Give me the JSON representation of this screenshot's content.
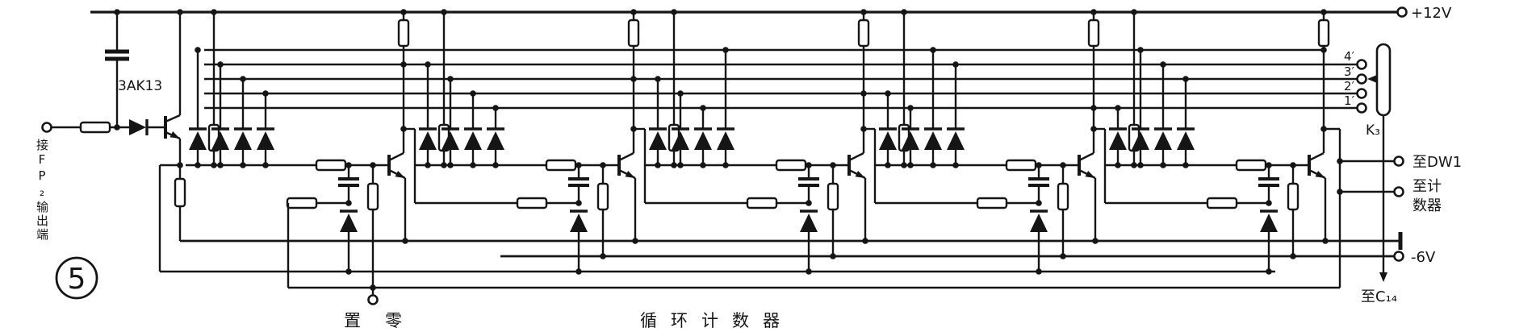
{
  "figure": {
    "number": "5",
    "caption": "循环计数器"
  },
  "power": {
    "positive": "+12V",
    "negative": "-6V"
  },
  "input": {
    "terminal_label": "接FP₂输出端",
    "transistor_type": "3AK13"
  },
  "reset_label": "置零",
  "switch": {
    "name": "K₃",
    "contacts": [
      "4′",
      "3′",
      "2′",
      "1′"
    ]
  },
  "outputs": {
    "to_dw1": "至DW1",
    "to_counter_line1": "至计",
    "to_counter_line2": "数器",
    "to_c14": "至C₁₄"
  },
  "colors": {
    "ink": "#151515",
    "paper": "#ffffff"
  }
}
